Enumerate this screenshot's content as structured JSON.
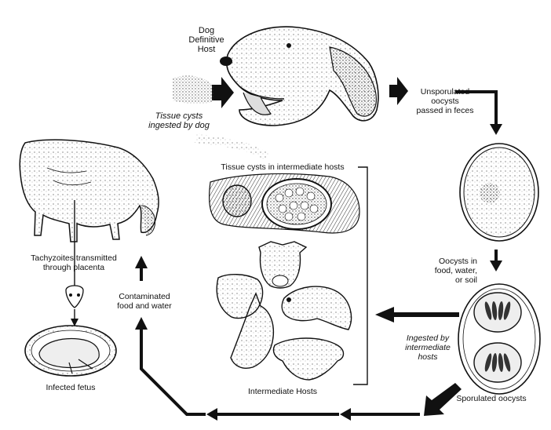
{
  "labels": {
    "dog_host": [
      "Dog",
      "Definitive",
      "Host"
    ],
    "unsporulated": [
      "Unsporulated",
      "oocysts",
      "passed in feces"
    ],
    "tissue_ingested": [
      "Tissue cysts",
      "ingested by dog"
    ],
    "tissue_intermediate": "Tissue cysts in intermediate hosts",
    "tachyzoites": [
      "Tachyzoites transmitted",
      "through placenta"
    ],
    "oocysts_food": [
      "Oocysts in",
      "food, water,",
      "or soil"
    ],
    "contaminated": [
      "Contaminated",
      "food and water"
    ],
    "ingested_intermediate": [
      "Ingested by",
      "intermediate",
      "hosts"
    ],
    "infected_fetus": "Infected fetus",
    "intermediate_hosts": "Intermediate Hosts",
    "sporulated": "Sporulated oocysts"
  },
  "icons": [
    "dog-head",
    "cow",
    "sheep",
    "horse",
    "goat",
    "oocyst-unsporulated",
    "oocyst-sporulated",
    "tissue-cyst",
    "placenta",
    "fetus"
  ],
  "colors": {
    "ink": "#111111",
    "shade": "#9a9a9a",
    "paper": "#ffffff"
  }
}
